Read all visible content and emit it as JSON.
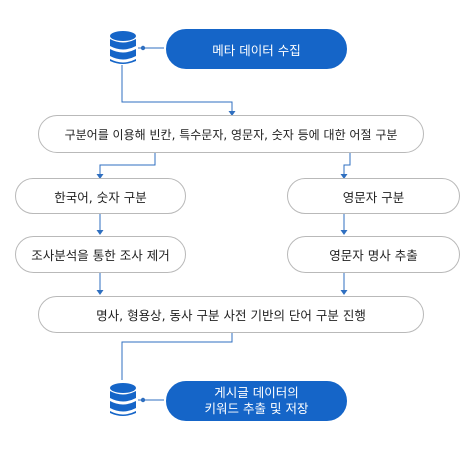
{
  "nodes": {
    "collect": "메타 데이터 수집",
    "split": "구분어를 이용해 빈칸, 특수문자, 영문자, 숫자 등에 대한 어절 구분",
    "korean_numbers": "한국어, 숫자 구분",
    "postposition": "조사분석을 통한 조사 제거",
    "english": "영문자 구분",
    "english_noun": "영문자 명사 추출",
    "word_split": "명사, 형용상, 동사 구분 사전 기반의 단어 구분 진행",
    "store_line1": "게시글 데이터의",
    "store_line2": "키워드 추출 및 저장"
  },
  "icons": {
    "database_top": "database-icon",
    "database_bottom": "database-icon",
    "color": "#1565c8"
  }
}
